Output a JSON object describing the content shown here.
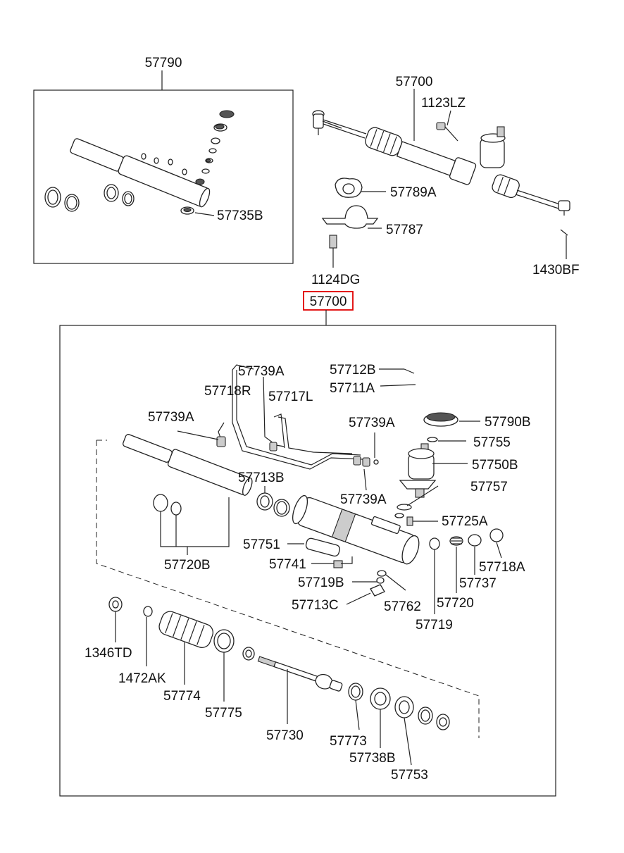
{
  "labels": {
    "top_box": "57790",
    "assembly_top": "57700",
    "bolt_a": "1123LZ",
    "bushing": "57789A",
    "clamp": "57787",
    "clamp_bolt": "1124DG",
    "cotter_pin": "1430BF",
    "seal_set": "57735B",
    "highlighted_assembly": "57700",
    "tube_b_top": "57712B",
    "tube_a_top": "57711A",
    "tube_r": "57718R",
    "tube_l": "57717L",
    "fitting_1": "57739A",
    "fitting_2": "57739A",
    "fitting_3": "57739A",
    "fitting_4": "57739A",
    "cap": "57790B",
    "oring_top": "57755",
    "valve": "57750B",
    "seal_757": "57757",
    "bolt_725": "57725A",
    "seal_713": "57713B",
    "seal_720b": "57720B",
    "pin_751": "57751",
    "plug_741": "57741",
    "nut_719b": "57719B",
    "cap_713c": "57713C",
    "yoke_762": "57762",
    "plug_719": "57719",
    "spring_720": "57720",
    "yoke_737": "57737",
    "plug_718a": "57718A",
    "nut_1346": "1346TD",
    "nut_1472": "1472AK",
    "boot": "57774",
    "band": "57775",
    "tie_rod": "57730",
    "ring_773": "57773",
    "bushing_738": "57738B",
    "seal_753": "57753"
  }
}
